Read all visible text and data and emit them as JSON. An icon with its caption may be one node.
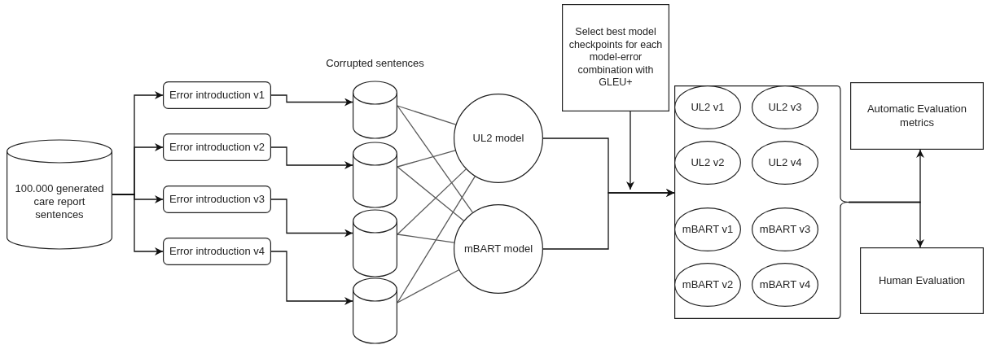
{
  "diagram": {
    "nodes": [
      {
        "text": [
          "100.000 generated care report sentences"
        ]
      },
      {
        "text": [
          "Error introduction v1"
        ]
      },
      {
        "text": [
          "Error introduction v2"
        ]
      },
      {
        "text": [
          "Error introduction v3"
        ]
      },
      {
        "text": [
          "Error introduction v4"
        ]
      },
      {
        "text": [],
        "shape": "cylinder",
        "beside": [
          "Corrupted sentences"
        ]
      },
      {
        "text": [],
        "shape": "cylinder"
      },
      {
        "text": [],
        "shape": "cylinder"
      },
      {
        "text": [],
        "shape": "cylinder"
      },
      {
        "text": [
          "UL2 model"
        ]
      },
      {
        "text": [
          "mBART model"
        ]
      },
      {
        "text": [
          "Select best model checkpoints for each model-error combination with GLEU+"
        ]
      },
      {
        "text": [],
        "shape": "box"
      },
      {
        "text": [
          "UL2 v1"
        ],
        "in": 12
      },
      {
        "text": [
          "UL2 v3"
        ],
        "in": 12
      },
      {
        "text": [
          "UL2 v2"
        ],
        "in": 12
      },
      {
        "text": [
          "UL2 v4"
        ],
        "in": 12
      },
      {
        "text": [
          "mBART v1"
        ],
        "in": 12
      },
      {
        "text": [
          "mBART v3"
        ],
        "in": 12
      },
      {
        "text": [
          "mBART v2"
        ],
        "in": 12
      },
      {
        "text": [
          "mBART v4"
        ],
        "in": 12
      },
      {
        "text": [
          "Automatic Evaluation metrics"
        ]
      },
      {
        "text": [
          "Human Evaluation"
        ]
      }
    ],
    "edges": [
      {
        "from": 0,
        "to": 1,
        "arrow": "to"
      },
      {
        "from": 0,
        "to": 2,
        "arrow": "to"
      },
      {
        "from": 0,
        "to": 3,
        "arrow": "to"
      },
      {
        "from": 0,
        "to": 4,
        "arrow": "to"
      },
      {
        "from": 1,
        "to": 5,
        "arrow": "to"
      },
      {
        "from": 2,
        "to": 6,
        "arrow": "to"
      },
      {
        "from": 3,
        "to": 7,
        "arrow": "to"
      },
      {
        "from": 4,
        "to": 8,
        "arrow": "to"
      },
      {
        "from": 5,
        "to": 9,
        "arrow": "none",
        "color": "#595959"
      },
      {
        "from": 5,
        "to": 10,
        "arrow": "none",
        "color": "#595959"
      },
      {
        "from": 6,
        "to": 9,
        "arrow": "none",
        "color": "#595959"
      },
      {
        "from": 6,
        "to": 10,
        "arrow": "none",
        "color": "#595959"
      },
      {
        "from": 7,
        "to": 9,
        "arrow": "none",
        "color": "#595959"
      },
      {
        "from": 7,
        "to": 10,
        "arrow": "none",
        "color": "#595959"
      },
      {
        "from": 8,
        "to": 9,
        "arrow": "none",
        "color": "#595959"
      },
      {
        "from": 8,
        "to": 10,
        "arrow": "none",
        "color": "#595959"
      },
      {
        "from": 9,
        "to": 12,
        "arrow": "to"
      },
      {
        "from": 10,
        "to": 12,
        "arrow": "to"
      },
      {
        "from": 11,
        "to": null,
        "arrow": "to"
      },
      {
        "from": 12,
        "to": 21,
        "arrow": "to"
      },
      {
        "from": 12,
        "to": 22,
        "arrow": "to"
      }
    ]
  }
}
